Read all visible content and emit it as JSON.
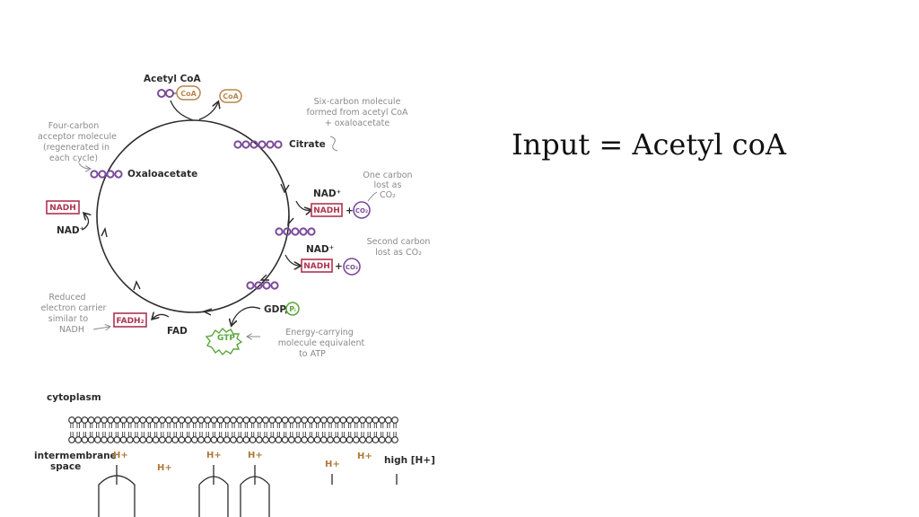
{
  "colors": {
    "ink": "#2b2b2b",
    "purple": "#7b4a9b",
    "coa": "#b8864b",
    "nadh": "#b03450",
    "gtp": "#5aa63a",
    "note": "#8a8a8a",
    "proton": "#b0793a"
  },
  "cycle": {
    "acetyl_coa": "Acetyl CoA",
    "coa": "CoA",
    "citrate": "Citrate",
    "oxaloacetate": "Oxaloacetate",
    "nad_top": "NAD⁺",
    "nadh_top": "NADH",
    "plus_top": "+",
    "co2_top": "CO₂",
    "nad_mid": "NAD⁺",
    "nadh_mid": "NADH",
    "plus_mid": "+",
    "co2_mid": "CO₂",
    "nad_left": "NAD⁺",
    "nadh_left": "NADH",
    "gdp": "GDP,",
    "pi": "Pᵢ",
    "gtp": "GTP",
    "fad": "FAD",
    "fadh2": "FADH₂"
  },
  "notes": {
    "six_carbon": [
      "Six-carbon molecule",
      "formed from acetyl CoA",
      "+ oxaloacetate"
    ],
    "four_carbon": [
      "Four-carbon",
      "acceptor molecule",
      "(regenerated in",
      "each cycle)"
    ],
    "one_carbon": [
      "One carbon",
      "lost as",
      "CO₂"
    ],
    "second_carbon": [
      "Second carbon",
      "lost as CO₂"
    ],
    "reduced_carrier": [
      "Reduced",
      "electron carrier",
      "similar to",
      "NADH"
    ],
    "energy_carrying": [
      "Energy-carrying",
      "molecule equivalent",
      "to ATP"
    ]
  },
  "membrane": {
    "cytoplasm": "cytoplasm",
    "intermembrane": [
      "intermembrane",
      "space"
    ],
    "proton": "H+",
    "high": "high [H+]"
  },
  "handwriting": {
    "input": "Input =  Acetyl coA"
  }
}
